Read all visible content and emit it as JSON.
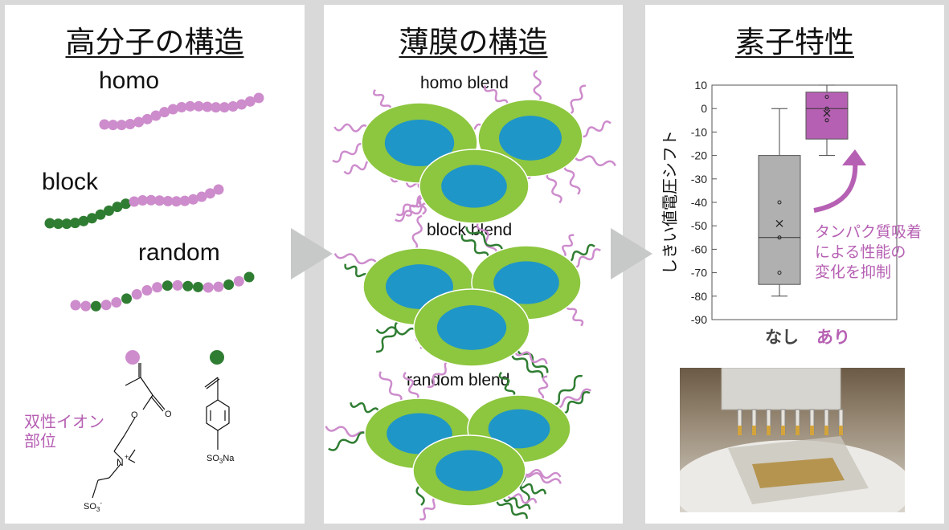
{
  "panels": [
    {
      "title": "高分子の構造"
    },
    {
      "title": "薄膜の構造"
    },
    {
      "title": "素子特性"
    }
  ],
  "polymers": {
    "homo": "homo",
    "block": "block",
    "random": "random"
  },
  "zwitterion_label_1": "双性イオン",
  "zwitterion_label_2": "部位",
  "chem": {
    "nplus": "N",
    "plus": "+",
    "so3": "SO",
    "so3_sub": "3",
    "so3_sup": "-",
    "so3na": "SO",
    "so3na_sub": "3",
    "so3na_tail": "Na"
  },
  "films": {
    "homo": "homo blend",
    "block": "block blend",
    "random": "random blend"
  },
  "annotation": {
    "line1": "タンパク質吸着",
    "line2": "による性能の",
    "line3": "変化を抑制"
  },
  "colors": {
    "pink": "#cd8ccc",
    "green": "#2f7d32",
    "lime": "#8dc63f",
    "blue": "#1f96c8",
    "gray_box": "#b0b0b0",
    "pink_box": "#b660b3",
    "arrow_gray": "#c7c8c8"
  },
  "chart_data": {
    "type": "box",
    "ylabel": "しきい値電圧シフト",
    "ylim": [
      -90,
      10
    ],
    "yticks": [
      "10",
      "0",
      "-10",
      "-20",
      "-30",
      "-40",
      "-50",
      "-60",
      "-70",
      "-80",
      "-90"
    ],
    "categories": [
      "なし",
      "あり"
    ],
    "boxes": [
      {
        "category": "なし",
        "min": -80,
        "q1": -75,
        "median": -55,
        "q3": -20,
        "max": 0,
        "mean": -49,
        "points": [
          -40,
          -55,
          -70
        ]
      },
      {
        "category": "あり",
        "min": -20,
        "q1": -13,
        "median": 0,
        "q3": 7,
        "max": 10,
        "mean": -2,
        "points": [
          5,
          0,
          -5
        ]
      }
    ]
  }
}
